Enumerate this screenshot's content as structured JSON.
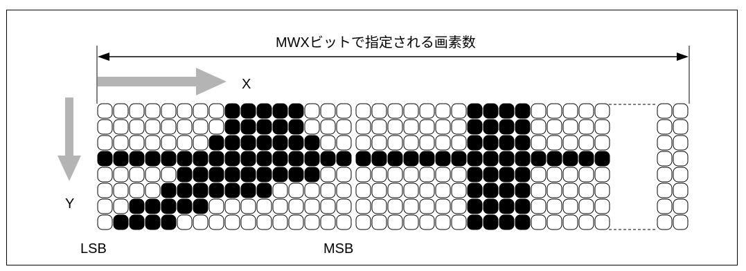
{
  "figure": {
    "title": "MWXビットで指定される画素数",
    "x_label": "X",
    "y_label": "Y",
    "lsb_label": "LSB",
    "msb_label": "MSB"
  },
  "grid": {
    "rows": 8,
    "byte_count": 2,
    "byte_width": 16,
    "trailing_columns": 2,
    "colors": {
      "filled": "#000000",
      "empty": "#ffffff",
      "arrow": "#b4b4b4"
    },
    "byte_patterns": [
      [
        "0000000011111000",
        "0000000011111000",
        "0000000111111100",
        "1111111111111111",
        "0000011111111100",
        "0000111111100000",
        "0011111000000000",
        "0111100000000000"
      ],
      [
        "0000000111100000",
        "0000000111100000",
        "0000000111100000",
        "1111111111111111",
        "0000000111100000",
        "0000000111100000",
        "0000000111100000",
        "0000000111100000"
      ]
    ]
  }
}
